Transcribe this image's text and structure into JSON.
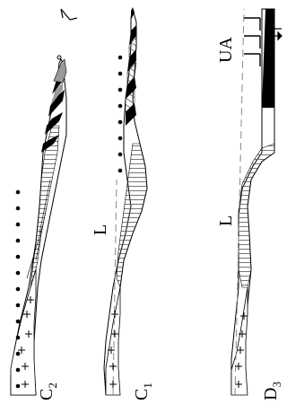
{
  "panels": [
    {
      "label_main": "C",
      "label_sub": "2"
    },
    {
      "label_main": "C",
      "label_sub": "1"
    },
    {
      "label_main": "D",
      "label_sub": "3"
    }
  ],
  "annotations": {
    "L_on_C1": "L",
    "L_on_D3": "L",
    "UA_on_D3": "UA"
  },
  "colors": {
    "ink": "#000000",
    "grey_fill": "#9a9a9a",
    "hatch": "#555555",
    "paper": "#ffffff"
  }
}
